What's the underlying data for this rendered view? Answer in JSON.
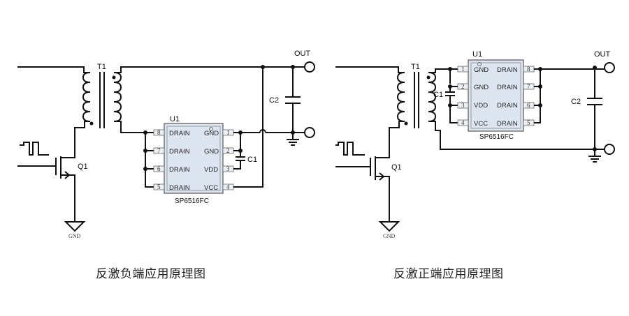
{
  "diagrams": [
    {
      "caption": "反激负端应用原理图",
      "transformer": "T1",
      "mosfet": "Q1",
      "ground_label": "GND",
      "ic": {
        "ref": "U1",
        "part": "SP6516FC",
        "left_pins": [
          {
            "num": "8",
            "label": "DRAIN"
          },
          {
            "num": "7",
            "label": "DRAIN"
          },
          {
            "num": "6",
            "label": "DRAIN"
          },
          {
            "num": "5",
            "label": "DRAIN"
          }
        ],
        "right_pins": [
          {
            "num": "1",
            "label": "GND"
          },
          {
            "num": "2",
            "label": "GND"
          },
          {
            "num": "3",
            "label": "VDD"
          },
          {
            "num": "4",
            "label": "VCC"
          }
        ]
      },
      "c1": "C1",
      "c2": "C2",
      "out_label": "OUT"
    },
    {
      "caption": "反激正端应用原理图",
      "transformer": "T1",
      "mosfet": "Q1",
      "ground_label": "GND",
      "ic": {
        "ref": "U1",
        "part": "SP6516FC",
        "left_pins": [
          {
            "num": "1",
            "label": "GND"
          },
          {
            "num": "2",
            "label": "GND"
          },
          {
            "num": "3",
            "label": "VDD"
          },
          {
            "num": "4",
            "label": "VCC"
          }
        ],
        "right_pins": [
          {
            "num": "8",
            "label": "DRAIN"
          },
          {
            "num": "7",
            "label": "DRAIN"
          },
          {
            "num": "6",
            "label": "DRAIN"
          },
          {
            "num": "5",
            "label": "DRAIN"
          }
        ]
      },
      "c1": "C1",
      "c2": "C2",
      "out_label": "OUT"
    }
  ]
}
